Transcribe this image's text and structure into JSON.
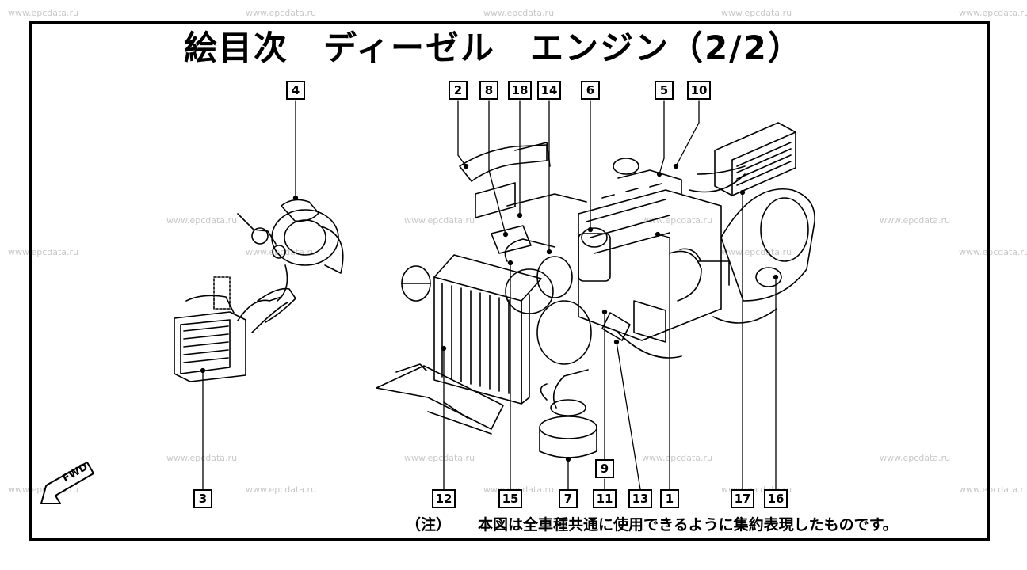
{
  "title": "絵目次　ディーゼル　エンジン（2/2）",
  "note": {
    "label": "（注）",
    "text": "本図は全車種共通に使用できるように集約表現したものです。"
  },
  "fwd_label": "FWD",
  "watermark": "www.epcdata.ru",
  "callouts": {
    "top": [
      "4",
      "2",
      "8",
      "18",
      "14",
      "6",
      "5",
      "10"
    ],
    "bottom": [
      "3",
      "12",
      "15",
      "7",
      "11",
      "13",
      "1",
      "17",
      "16"
    ],
    "mid": [
      "9"
    ]
  }
}
